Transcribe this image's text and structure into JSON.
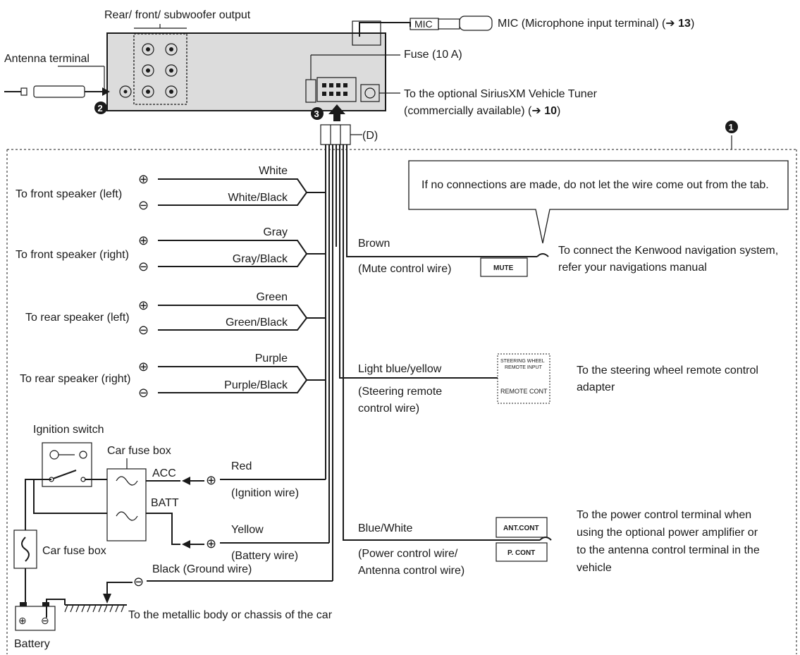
{
  "labels": {
    "rca_output": "Rear/ front/ subwoofer output",
    "antenna_terminal": "Antenna terminal",
    "mic_tag": "MIC",
    "mic_text": "MIC (Microphone input terminal) (",
    "mic_ref": "13",
    "fuse": "Fuse (10 A)",
    "sxm_line1": "To the optional SiriusXM Vehicle Tuner",
    "sxm_line2": "(commercially available) (",
    "sxm_ref": "10",
    "connector_d": "(D)",
    "callout": "If no connections are made, do not let the wire come out from the tab.",
    "step1": "1",
    "step2": "2",
    "step3": "3",
    "close_paren": ")"
  },
  "speakers": [
    {
      "label": "To front speaker (left)",
      "pos_wire": "White",
      "neg_wire": "White/Black"
    },
    {
      "label": "To front speaker (right)",
      "pos_wire": "Gray",
      "neg_wire": "Gray/Black"
    },
    {
      "label": "To rear speaker (left)",
      "pos_wire": "Green",
      "neg_wire": "Green/Black"
    },
    {
      "label": "To rear speaker (right)",
      "pos_wire": "Purple",
      "neg_wire": "Purple/Black"
    }
  ],
  "signal_wires": {
    "mute": {
      "color": "Brown",
      "desc": "(Mute control wire)",
      "tag": "MUTE",
      "target_line1": "To connect the Kenwood navigation system,",
      "target_line2": "refer your navigations manual"
    },
    "steering": {
      "color": "Light blue/yellow",
      "desc_line1": "(Steering remote",
      "desc_line2": "control wire)",
      "tag_top1": "STEERING WHEEL",
      "tag_top2": "REMOTE INPUT",
      "tag_bottom": "REMOTE CONT",
      "target_line1": "To the steering wheel remote control",
      "target_line2": "adapter"
    },
    "power_ctrl": {
      "color": "Blue/White",
      "desc_line1": "(Power control wire/",
      "desc_line2": "Antenna control wire)",
      "tag_top": "ANT.CONT",
      "tag_bottom": "P. CONT",
      "target_line1": "To the power control terminal when",
      "target_line2": "using the optional power amplifier or",
      "target_line3": "to the antenna control terminal in the",
      "target_line4": "vehicle"
    }
  },
  "power_wires": {
    "ignition": {
      "color": "Red",
      "desc": "(Ignition wire)",
      "terminal": "ACC"
    },
    "battery": {
      "color": "Yellow",
      "desc": "(Battery wire)",
      "terminal": "BATT"
    },
    "ground": {
      "color": "Black (Ground wire)",
      "target": "To the metallic body or chassis of the car"
    }
  },
  "components": {
    "ignition_switch": "Ignition switch",
    "car_fuse_box_top": "Car fuse box",
    "car_fuse_box_side": "Car fuse box",
    "battery": "Battery"
  }
}
